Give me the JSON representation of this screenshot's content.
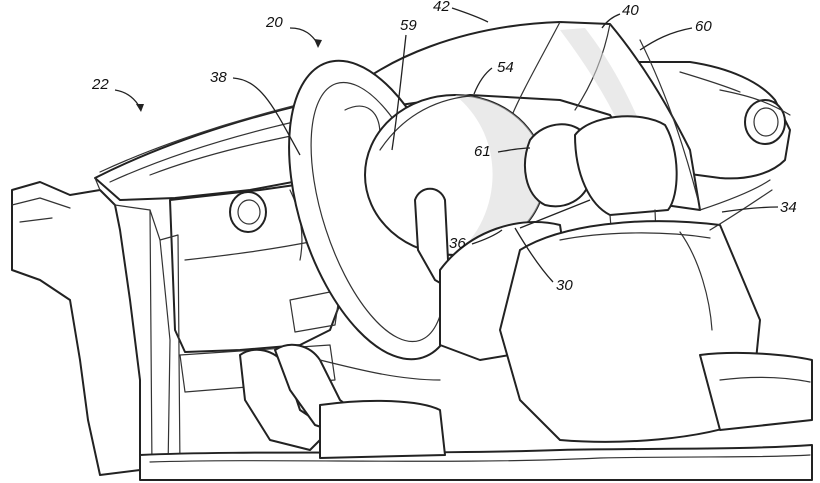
{
  "reference_numerals": {
    "r20": "20",
    "r22": "22",
    "r38": "38",
    "r59": "59",
    "r42": "42",
    "r54": "54",
    "r40": "40",
    "r60": "60",
    "r61": "61",
    "r36": "36",
    "r30": "30",
    "r34": "34"
  }
}
